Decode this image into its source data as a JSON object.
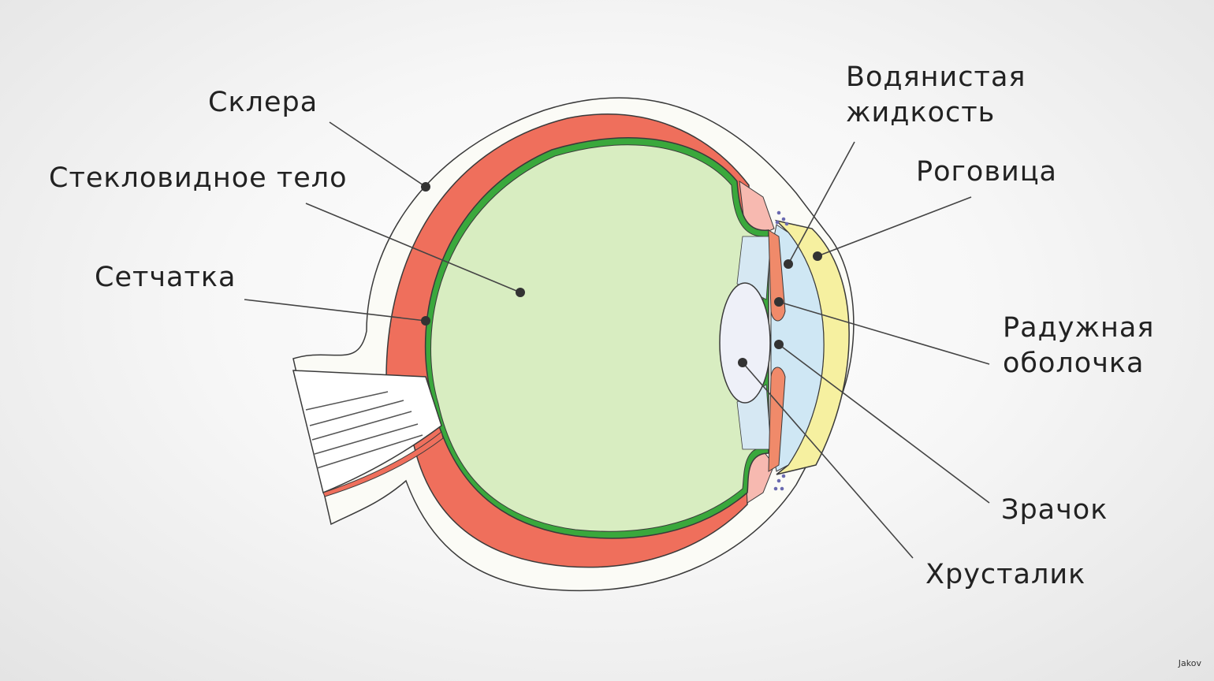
{
  "labels": {
    "sclera": "Склера",
    "vitreous": "Стекловидное тело",
    "retina": "Сетчатка",
    "aqueous_line1": "Водянистая",
    "aqueous_line2": "жидкость",
    "cornea": "Роговица",
    "iris_line1": "Радужная",
    "iris_line2": "оболочка",
    "pupil": "Зрачок",
    "lens": "Хрусталик"
  },
  "credit": "Jakov",
  "colors": {
    "sclera_fill": "#fbfbf6",
    "choroid": "#ef6f5c",
    "retina": "#3aa83c",
    "vitreous": "#d8edc1",
    "cornea": "#f6f0a0",
    "aqueous": "#cfe7f4",
    "lens": "#eef0f8",
    "iris": "#f08a6a",
    "ciliary": "#f7b9b0",
    "outline": "#3a3a3a",
    "leader": "#444444"
  }
}
